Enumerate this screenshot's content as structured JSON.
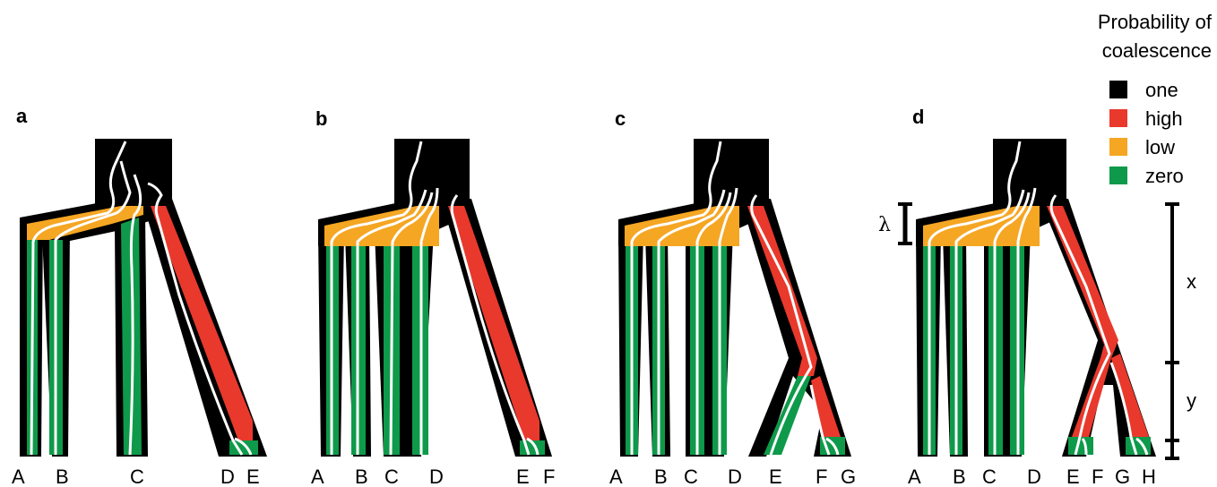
{
  "legend": {
    "title_line1": "Probability of",
    "title_line2": "coalescence",
    "items": [
      {
        "key": "one",
        "label": "one",
        "color": "#000000"
      },
      {
        "key": "high",
        "label": "high",
        "color": "#e8392c"
      },
      {
        "key": "low",
        "label": "low",
        "color": "#f5a623"
      },
      {
        "key": "zero",
        "label": "zero",
        "color": "#0e9a4a"
      }
    ]
  },
  "colors": {
    "one": "#000000",
    "high": "#e8392c",
    "low": "#f5a623",
    "zero": "#0e9a4a",
    "lineage": "#ffffff"
  },
  "panels": [
    {
      "letter": "a",
      "leaves": [
        "A",
        "B",
        "C",
        "D",
        "E"
      ]
    },
    {
      "letter": "b",
      "leaves": [
        "A",
        "B",
        "C",
        "D",
        "E",
        "F"
      ]
    },
    {
      "letter": "c",
      "leaves": [
        "A",
        "B",
        "C",
        "D",
        "E",
        "F",
        "G"
      ]
    },
    {
      "letter": "d",
      "leaves": [
        "A",
        "B",
        "C",
        "D",
        "E",
        "F",
        "G",
        "H"
      ]
    }
  ],
  "scale": {
    "lambda": "λ",
    "x": "x",
    "y": "y"
  }
}
